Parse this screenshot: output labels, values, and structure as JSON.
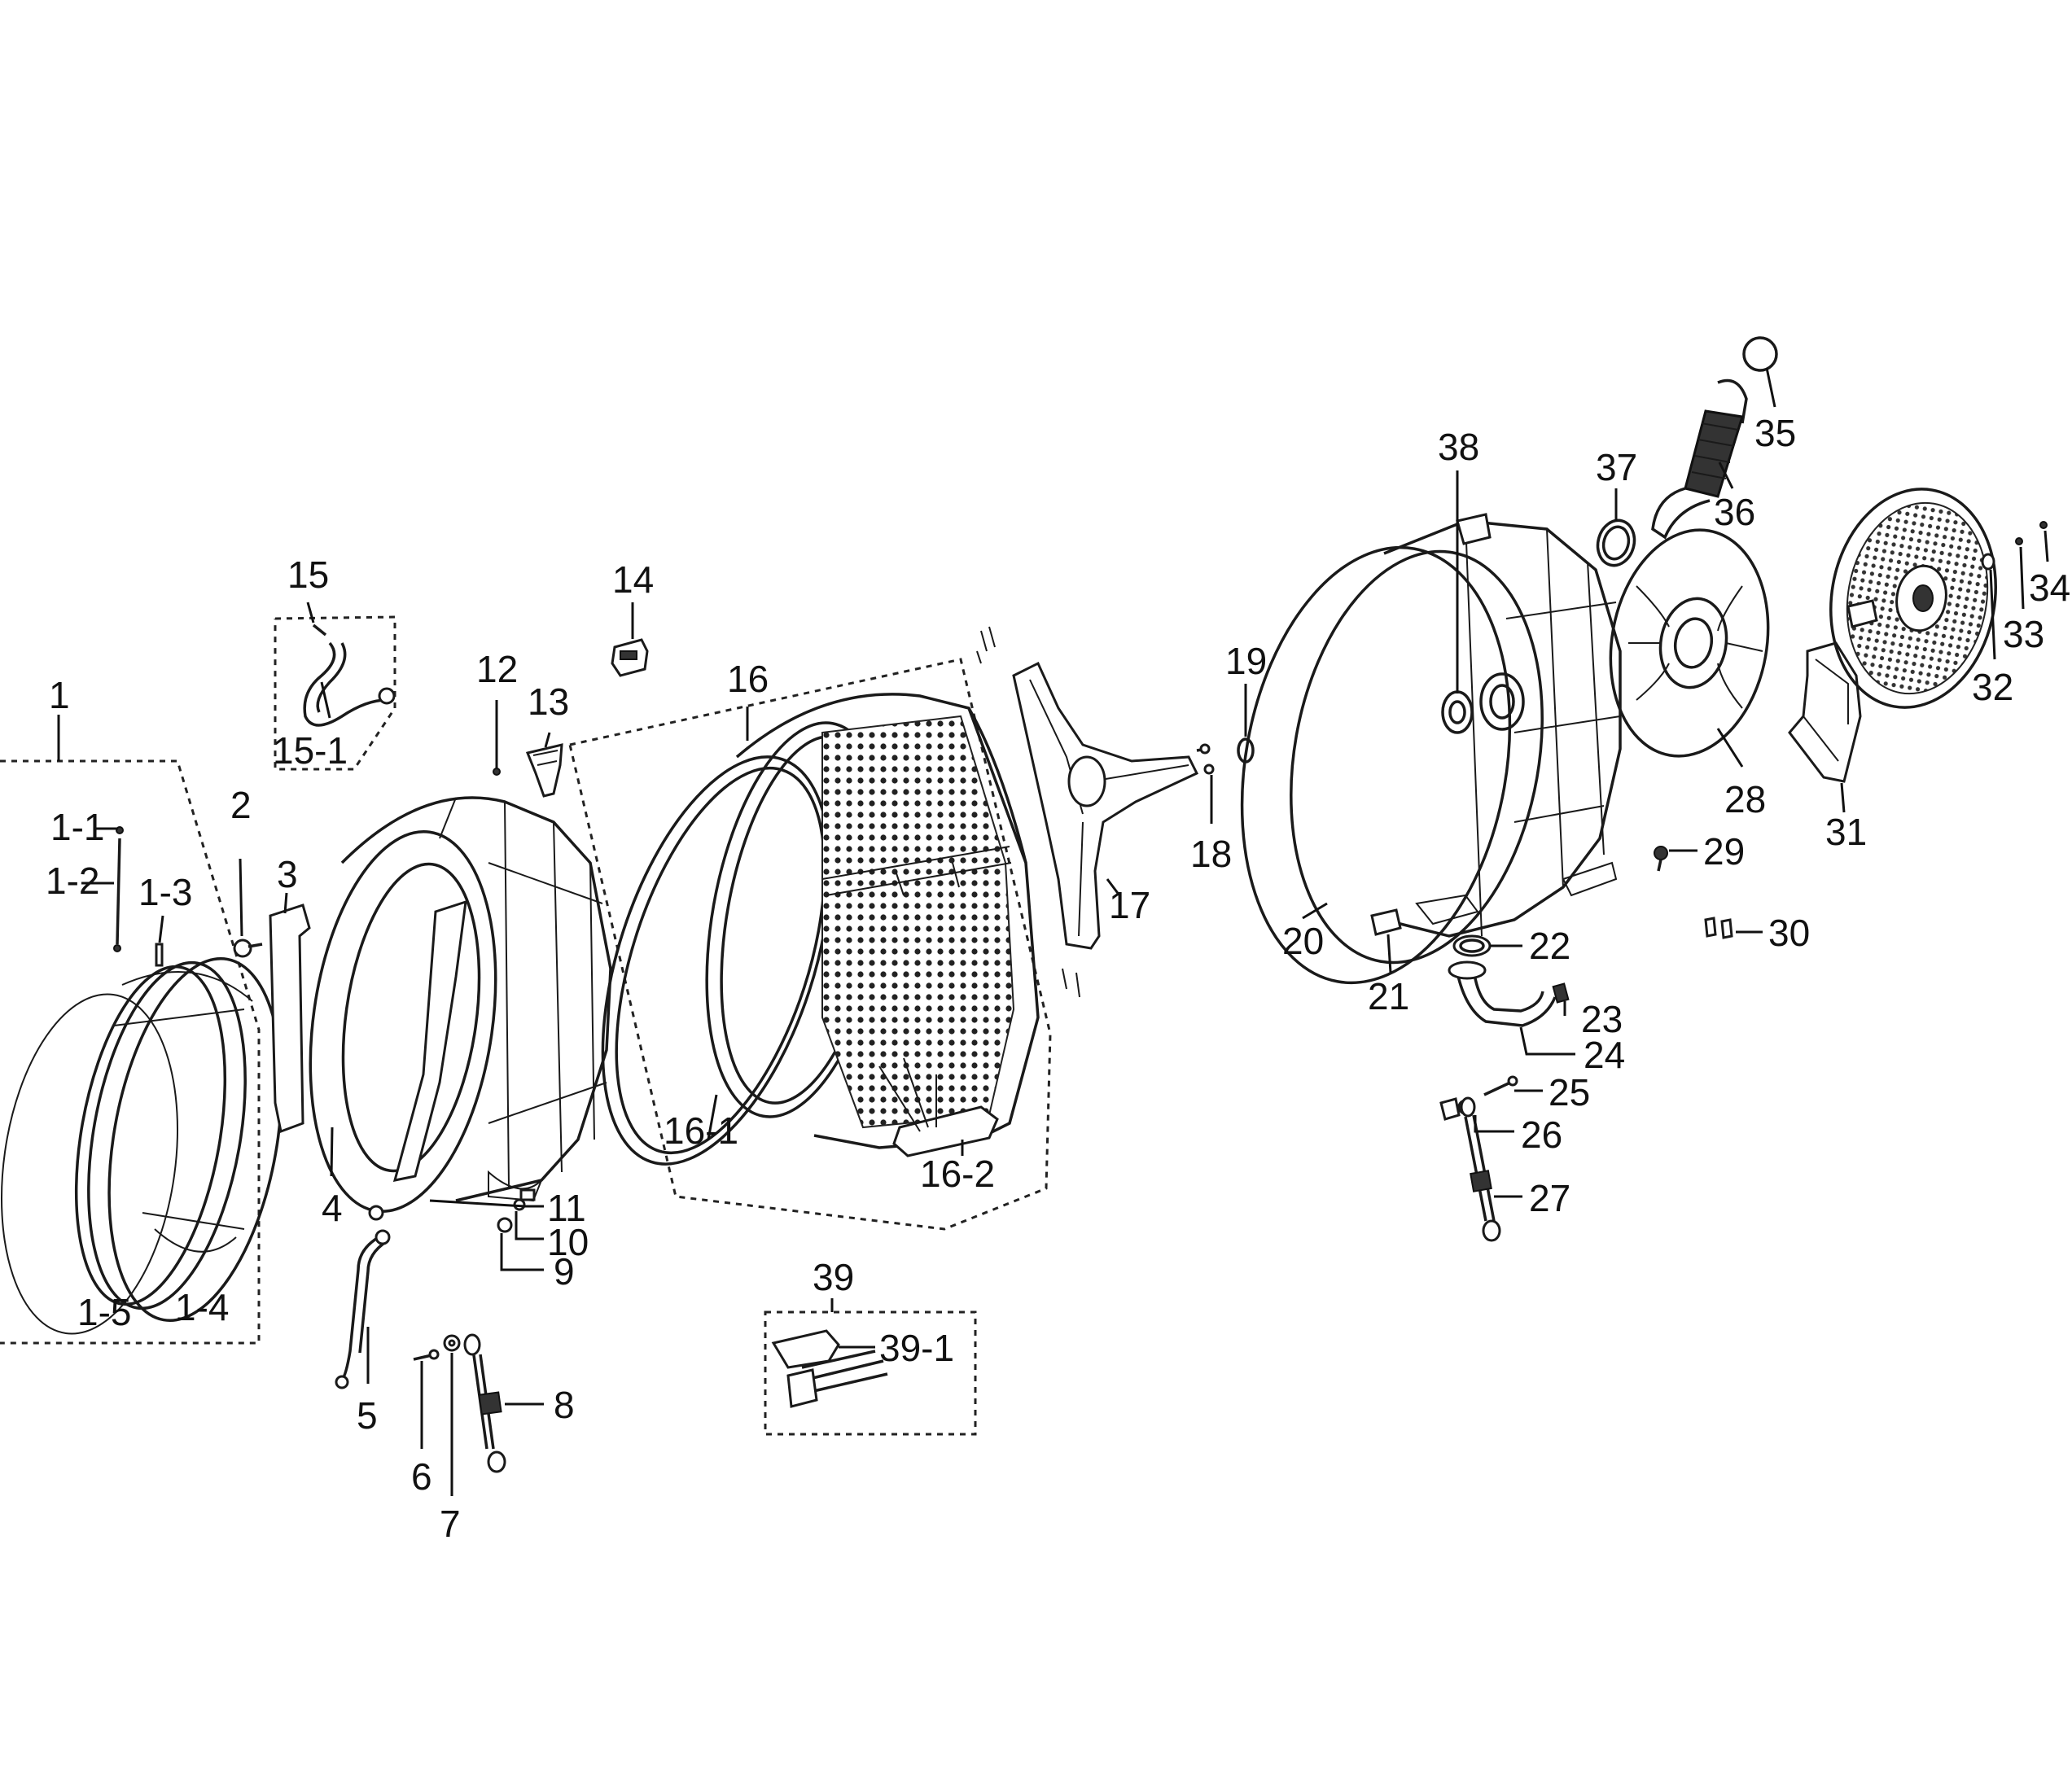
{
  "diagram": {
    "labels": [
      "1",
      "1-1",
      "1-2",
      "1-3",
      "1-4",
      "1-5",
      "2",
      "3",
      "4",
      "5",
      "6",
      "7",
      "8",
      "9",
      "10",
      "11",
      "12",
      "13",
      "14",
      "15",
      "15-1",
      "16",
      "16-1",
      "16-2",
      "17",
      "18",
      "19",
      "20",
      "21",
      "22",
      "23",
      "24",
      "25",
      "26",
      "27",
      "28",
      "29",
      "30",
      "31",
      "32",
      "33",
      "34",
      "35",
      "36",
      "37",
      "38",
      "39",
      "39-1"
    ]
  }
}
